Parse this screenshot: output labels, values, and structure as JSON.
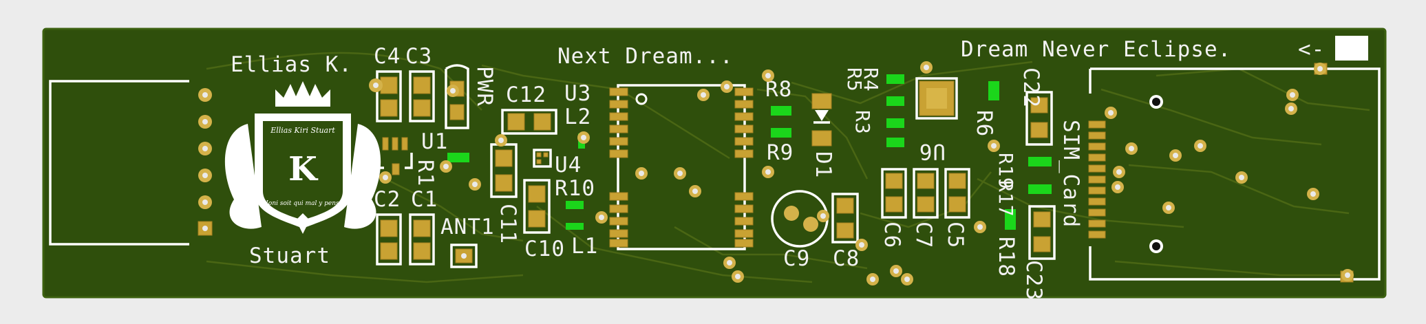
{
  "board": {
    "colors": {
      "substrate": "#2f4f0c",
      "substrate_edge": "#3c6110",
      "copper_pad": "#c9a233",
      "smd_component": "#1bd61b",
      "silkscreen": "#f2f2f2",
      "background": "#ececec"
    }
  },
  "labels": {
    "title_left": "Ellias K.",
    "name_bottom": "Stuart",
    "title_center": "Next Dream...",
    "title_right": "Dream Never Eclipse.",
    "arrow_mark": "<-"
  },
  "logo": {
    "crest_name": "Ellias Kiri Stuart",
    "motto": "Honi soit qui mal y pense",
    "monogram": "K"
  },
  "refdes": {
    "c4": "C4",
    "c3": "C3",
    "pwr": "PWR",
    "c12": "C12",
    "u3": "U3",
    "l2": "L2",
    "u1": "U1",
    "r1": "R1",
    "u4": "U4",
    "r10": "R10",
    "c11": "C11",
    "c2": "C2",
    "c1": "C1",
    "ant1": "ANT1",
    "c10": "C10",
    "l1": "L1",
    "r8": "R8",
    "r9": "R9",
    "d1": "D1",
    "c9": "C9",
    "c8": "C8",
    "r5": "R5",
    "r4": "R4",
    "r3": "R3",
    "u6": "U6",
    "r6": "R6",
    "c6": "C6",
    "c7": "C7",
    "c5": "C5",
    "c22": "C22",
    "sim_card": "SIM_Card",
    "r19": "R19",
    "r17": "R17",
    "r18": "R18",
    "c23": "C23"
  }
}
